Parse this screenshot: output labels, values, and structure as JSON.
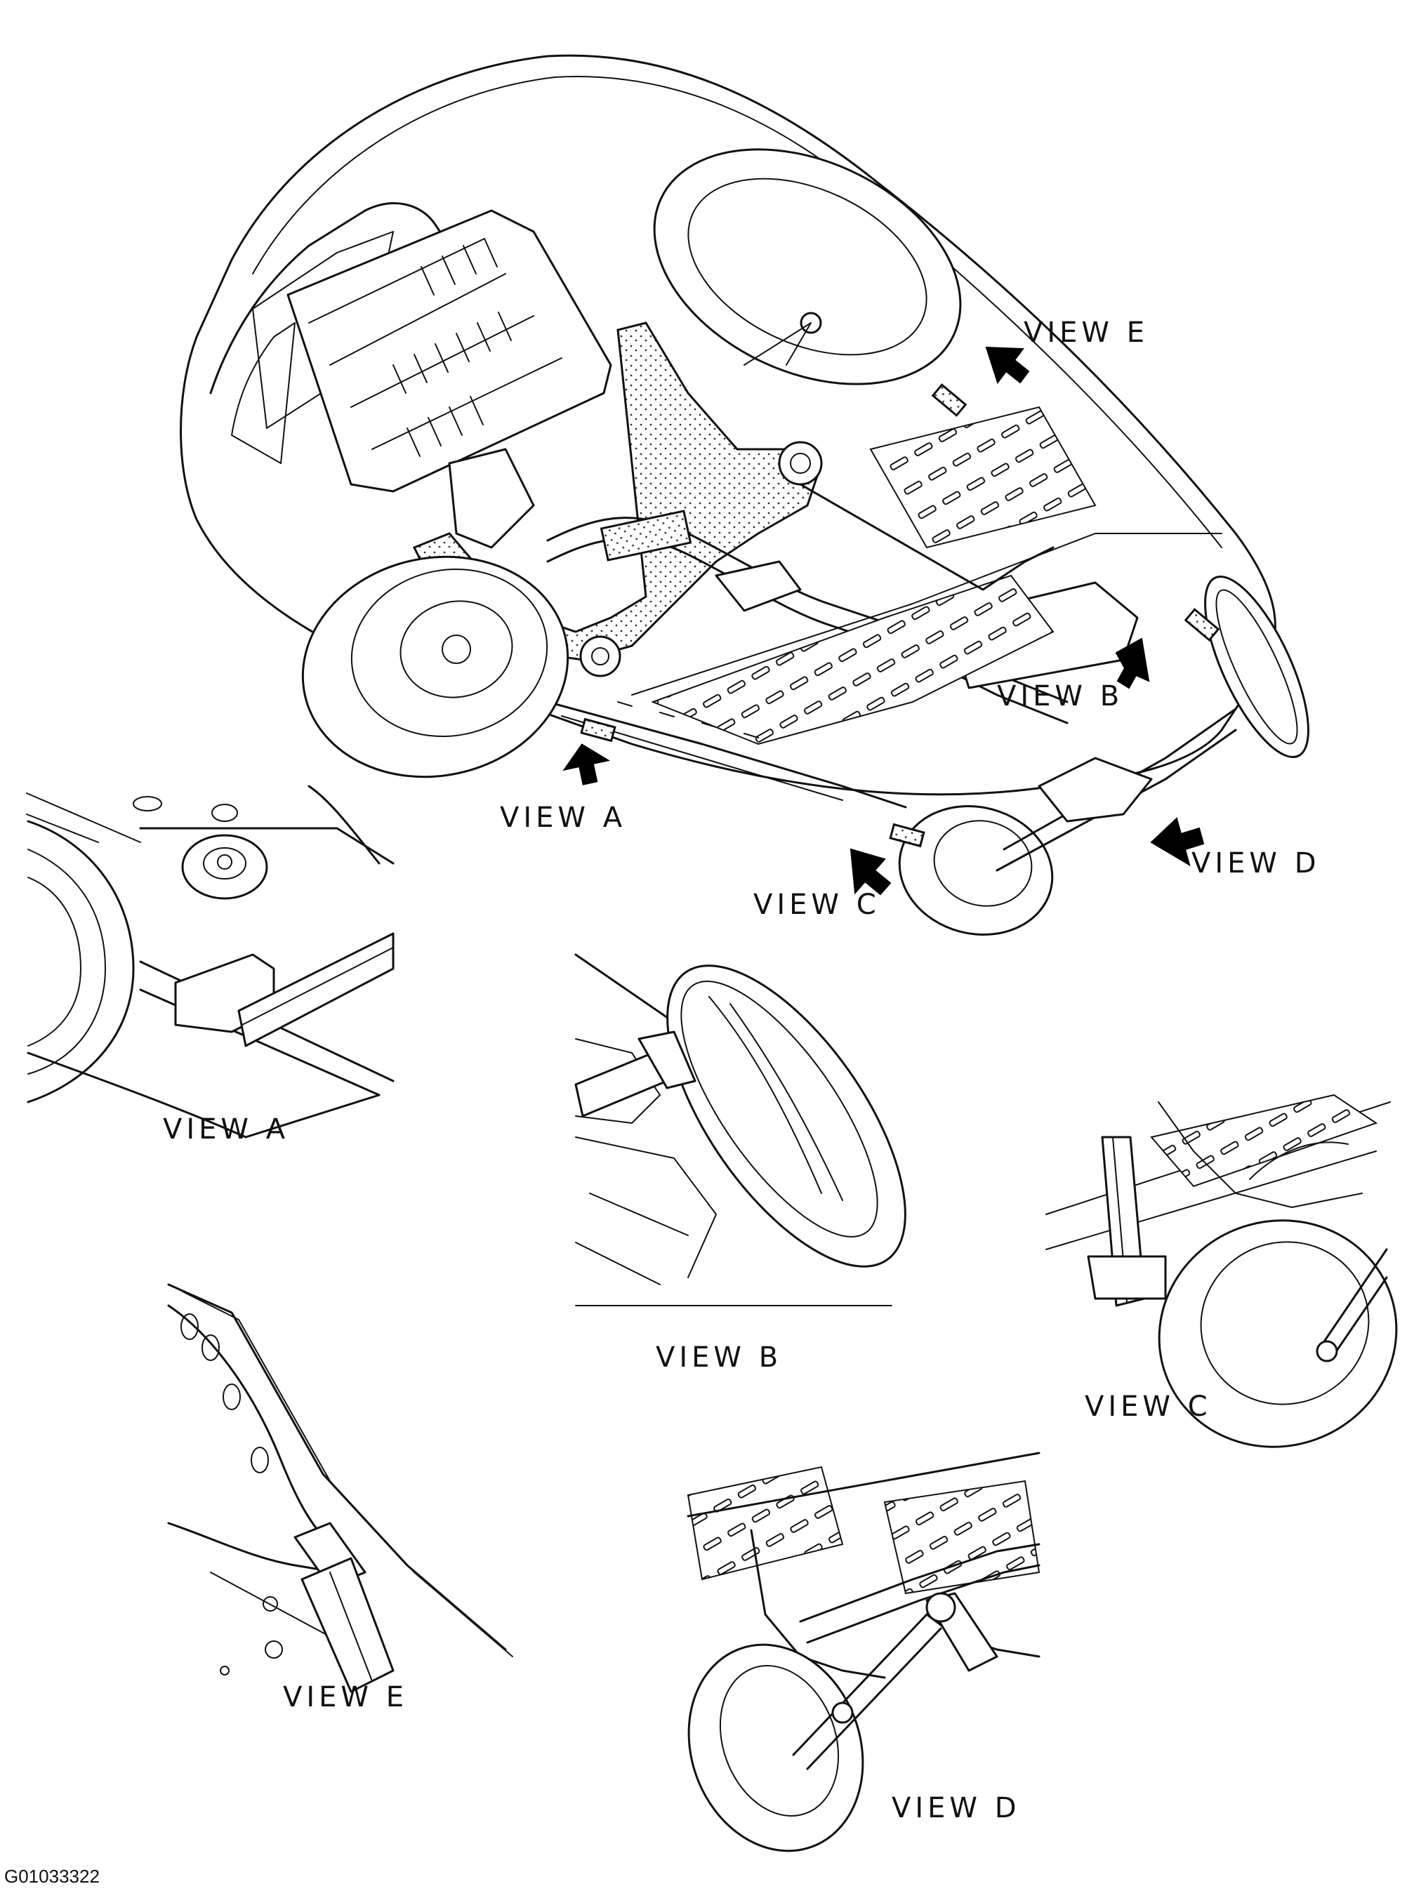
{
  "figure_code": "G01033322",
  "callouts": {
    "view_a": "VIEW A",
    "view_b": "VIEW B",
    "view_c": "VIEW C",
    "view_d": "VIEW D",
    "view_e": "VIEW E"
  },
  "detail_captions": {
    "view_a": "VIEW A",
    "view_b": "VIEW B",
    "view_c": "VIEW C",
    "view_d": "VIEW D",
    "view_e": "VIEW E"
  }
}
